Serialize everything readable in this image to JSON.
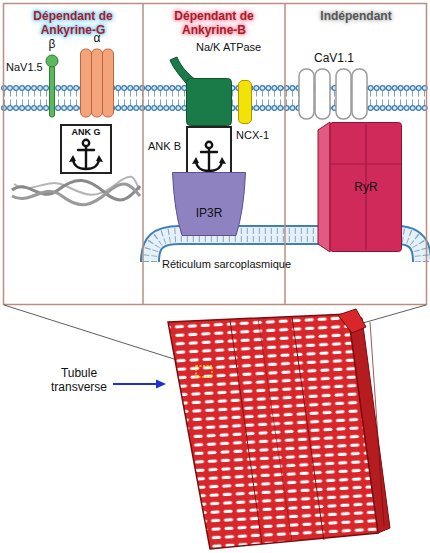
{
  "diagram": {
    "nodes": [
      {
        "text": [
          "Dépendant de Ankyrine-G"
        ]
      },
      {
        "text": [
          "Dépendant de Ankyrine-B"
        ]
      },
      {
        "text": [
          "Indépendant"
        ]
      },
      {
        "text": [
          "β"
        ],
        "in": 0
      },
      {
        "text": [
          "α"
        ],
        "in": 0
      },
      {
        "text": [
          "ANK G"
        ],
        "in": 0
      },
      {
        "text": [
          "Na/K ATPase"
        ],
        "in": 1
      },
      {
        "text": [
          "NCX-1"
        ],
        "in": 1
      },
      {
        "text": [
          "ANK B"
        ],
        "in": 1
      },
      {
        "text": [
          "IP3R"
        ],
        "in": 1
      },
      {
        "text": [
          "CaV1.1"
        ],
        "in": 2
      },
      {
        "text": [
          "RyR"
        ],
        "in": 2
      }
    ],
    "labels": [
      "NaV1.5",
      "Réticulum sarcoplasmique",
      "Tubule transverse"
    ]
  }
}
